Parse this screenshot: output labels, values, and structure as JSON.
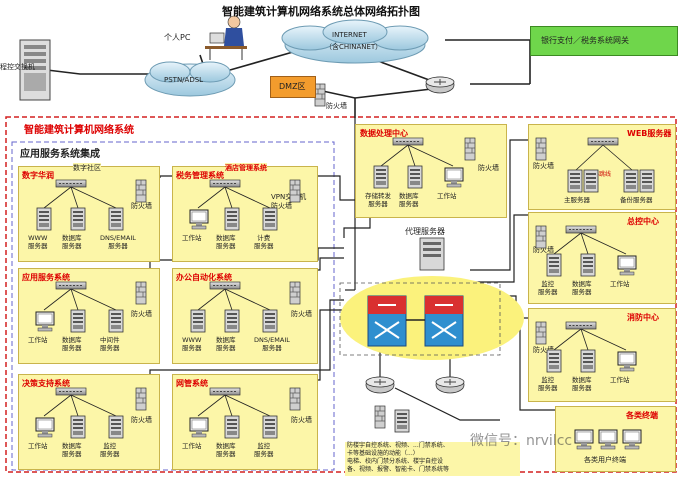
{
  "title": "智能建筑计算机网络系统总体网络拓扑图",
  "top": {
    "personal_pc": "个人PC",
    "internet_line1": "INTERNET",
    "internet_line2": "（含CHINANET）",
    "pstn": "PSTN/ADSL",
    "program_switch": "程控交换机",
    "bank_gateway": "银行支付／税务系统网关",
    "dmz": "DMZ区",
    "firewall": "防火墙"
  },
  "main_title": "智能建筑计算机网络系统",
  "app_group_title": "应用服务系统集成",
  "proxy_server": "代理服务器",
  "zones": {
    "digital_community": {
      "title": "数字华润",
      "tag": "数字社区",
      "firewall": "防火墙",
      "labels": [
        "WWW\n服务器",
        "数据库\n服务器",
        "DNS/EMAIL\n服务器"
      ]
    },
    "hotel": {
      "title": "税务管理系统",
      "tag": "酒店管理系统",
      "vpn": "VPN交换机\n防火墙",
      "labels": [
        "工作站",
        "数据库\n服务器",
        "计费\n服务器"
      ]
    },
    "app_service": {
      "title": "应用服务系统",
      "firewall": "防火墙",
      "labels": [
        "工作站",
        "数据库\n服务器",
        "中间件\n服务器"
      ]
    },
    "office": {
      "title": "办公自动化系统",
      "firewall": "防火墙",
      "labels": [
        "WWW\n服务器",
        "数据库\n服务器",
        "DNS/EMAIL\n服务器"
      ]
    },
    "decision": {
      "title": "决策支持系统",
      "firewall": "防火墙",
      "labels": [
        "工作站",
        "数据库\n服务器",
        "监控\n服务器"
      ]
    },
    "network_mgmt": {
      "title": "网管系统",
      "firewall": "防火墙",
      "labels": [
        "工作站",
        "数据库\n服务器",
        "监控\n服务器"
      ]
    },
    "data_center": {
      "title": "数据处理中心",
      "firewall": "防火墙",
      "labels": [
        "存储转发\n服务器",
        "数据库\n服务器",
        "工作站"
      ]
    },
    "web": {
      "title": "WEB服务器",
      "firewall": "防火墙",
      "heartbeat": "心跳线",
      "labels": [
        "主服务器",
        "备份服务器"
      ]
    },
    "control": {
      "title": "总控中心",
      "firewall": "防火墙",
      "labels": [
        "监控\n服务器",
        "数据库\n服务器",
        "工作站"
      ]
    },
    "fire": {
      "title": "消防中心",
      "firewall": "防火墙",
      "labels": [
        "监控\n服务器",
        "数据库\n服务器",
        "工作站"
      ]
    },
    "terminals": {
      "title": "各类终端",
      "labels": [
        "各类用户终端"
      ]
    }
  },
  "bottom_text": "防楼宇自控系统、视频、...门禁系统、\n卡等基础设施的动能（...）\n电梯、校内门禁分系统、楼宇自控设\n备、视频、报警、智能卡、门禁系统等",
  "watermark": "微信号：nrvilcc"
}
